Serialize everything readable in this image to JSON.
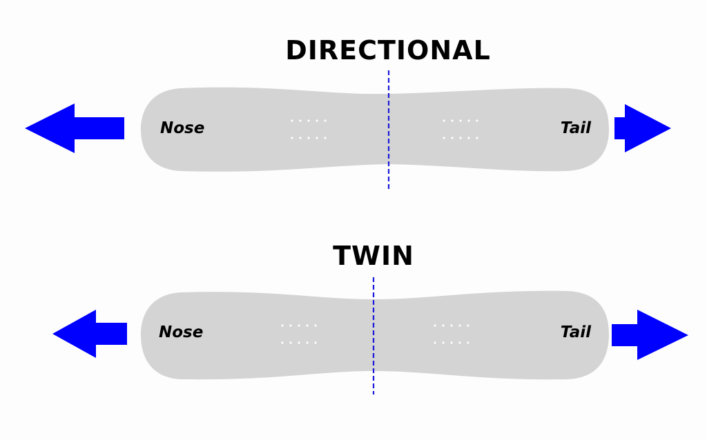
{
  "colors": {
    "arrow": "#0000ff",
    "board": "#d4d4d4",
    "centerline": "#1a1adc",
    "insert": "#ffffff",
    "text": "#000000"
  },
  "directional": {
    "title": "DIRECTIONAL",
    "nose_label": "Nose",
    "tail_label": "Tail"
  },
  "twin": {
    "title": "TWIN",
    "nose_label": "Nose",
    "tail_label": "Tail"
  }
}
